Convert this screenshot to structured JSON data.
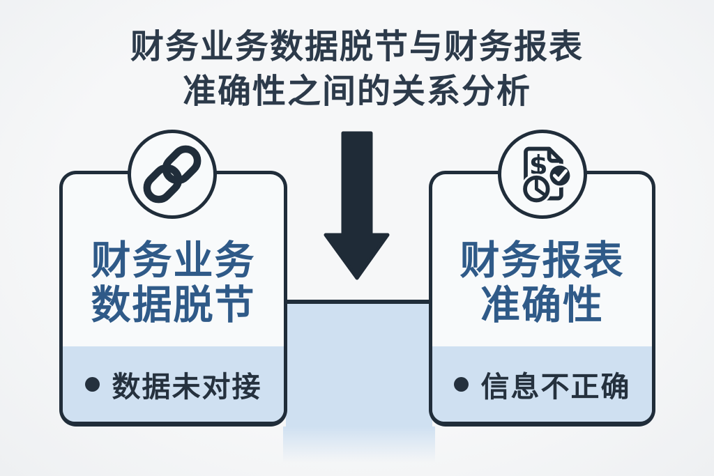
{
  "title": {
    "line1": "财务业务数据脱节与财务报表",
    "line2": "准确性之间的关系分析"
  },
  "cards": [
    {
      "icon": "chain-link-icon",
      "heading_line1": "财务业务",
      "heading_line2": "数据脱节",
      "bullet": "数据未对接"
    },
    {
      "icon": "financial-report-check-icon",
      "heading_line1": "财务报表",
      "heading_line2": "准确性",
      "bullet": "信息不正确"
    }
  ],
  "arrow": {
    "icon": "down-arrow-icon",
    "direction": "down"
  },
  "colors": {
    "background": "#f4f5f6",
    "dark_navy": "#202d3a",
    "title_navy": "#2c3a4a",
    "heading_blue": "#2f5a88",
    "light_blue": "#cfe0f1"
  }
}
